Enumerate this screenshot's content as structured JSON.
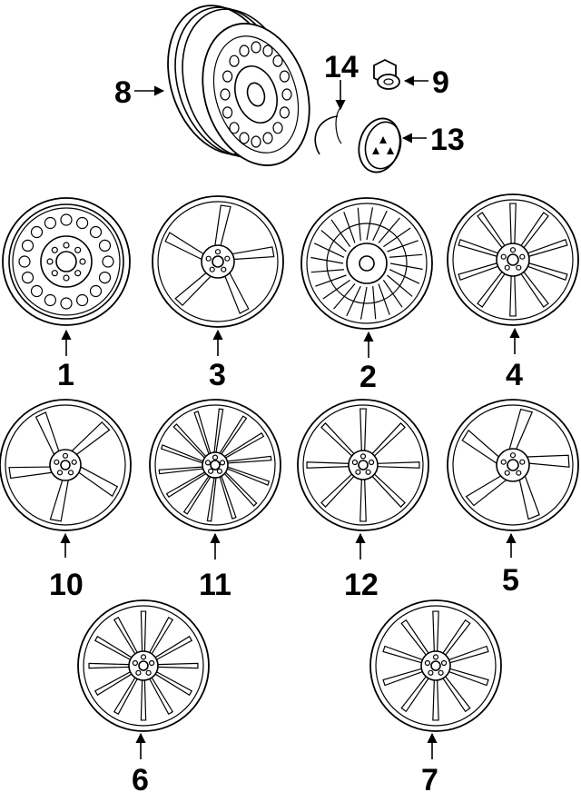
{
  "parts": [
    {
      "id": "p8",
      "label": "8"
    },
    {
      "id": "p14",
      "label": "14"
    },
    {
      "id": "p9",
      "label": "9"
    },
    {
      "id": "p13",
      "label": "13"
    },
    {
      "id": "w1",
      "label": "1"
    },
    {
      "id": "w3",
      "label": "3"
    },
    {
      "id": "w2",
      "label": "2"
    },
    {
      "id": "w4",
      "label": "4"
    },
    {
      "id": "w10",
      "label": "10"
    },
    {
      "id": "w11",
      "label": "11"
    },
    {
      "id": "w12",
      "label": "12"
    },
    {
      "id": "w5",
      "label": "5"
    },
    {
      "id": "w6",
      "label": "6"
    },
    {
      "id": "w7",
      "label": "7"
    }
  ]
}
